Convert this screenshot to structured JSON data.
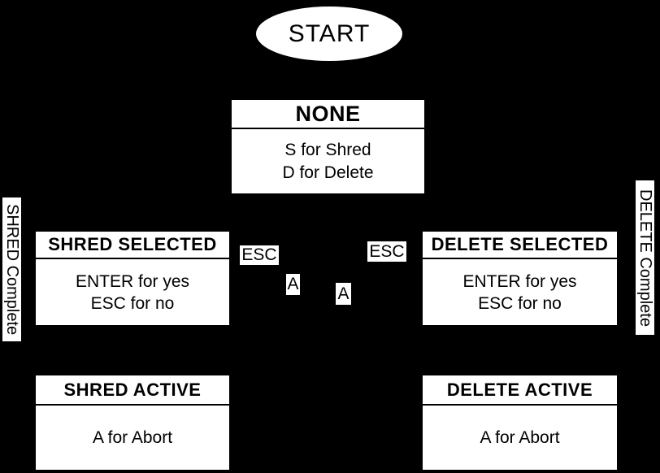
{
  "diagram": {
    "colors": {
      "background": "#000000",
      "node_fill": "#ffffff",
      "text": "#000000"
    },
    "start": {
      "label": "START"
    },
    "nodes": {
      "none": {
        "title": "NONE",
        "lines": [
          "S for Shred",
          "D for Delete"
        ]
      },
      "shred_selected": {
        "title": "SHRED SELECTED",
        "lines": [
          "ENTER for yes",
          "ESC for no"
        ]
      },
      "delete_selected": {
        "title": "DELETE SELECTED",
        "lines": [
          "ENTER for yes",
          "ESC for no"
        ]
      },
      "shred_active": {
        "title": "SHRED ACTIVE",
        "lines": [
          "A for Abort"
        ]
      },
      "delete_active": {
        "title": "DELETE ACTIVE",
        "lines": [
          "A for Abort"
        ]
      }
    },
    "edge_labels": {
      "esc_left": "ESC",
      "esc_right": "ESC",
      "abort_left": "A",
      "abort_right": "A"
    },
    "side_labels": {
      "shred_complete": "SHRED Complete",
      "delete_complete": "DELETE Complete"
    }
  }
}
